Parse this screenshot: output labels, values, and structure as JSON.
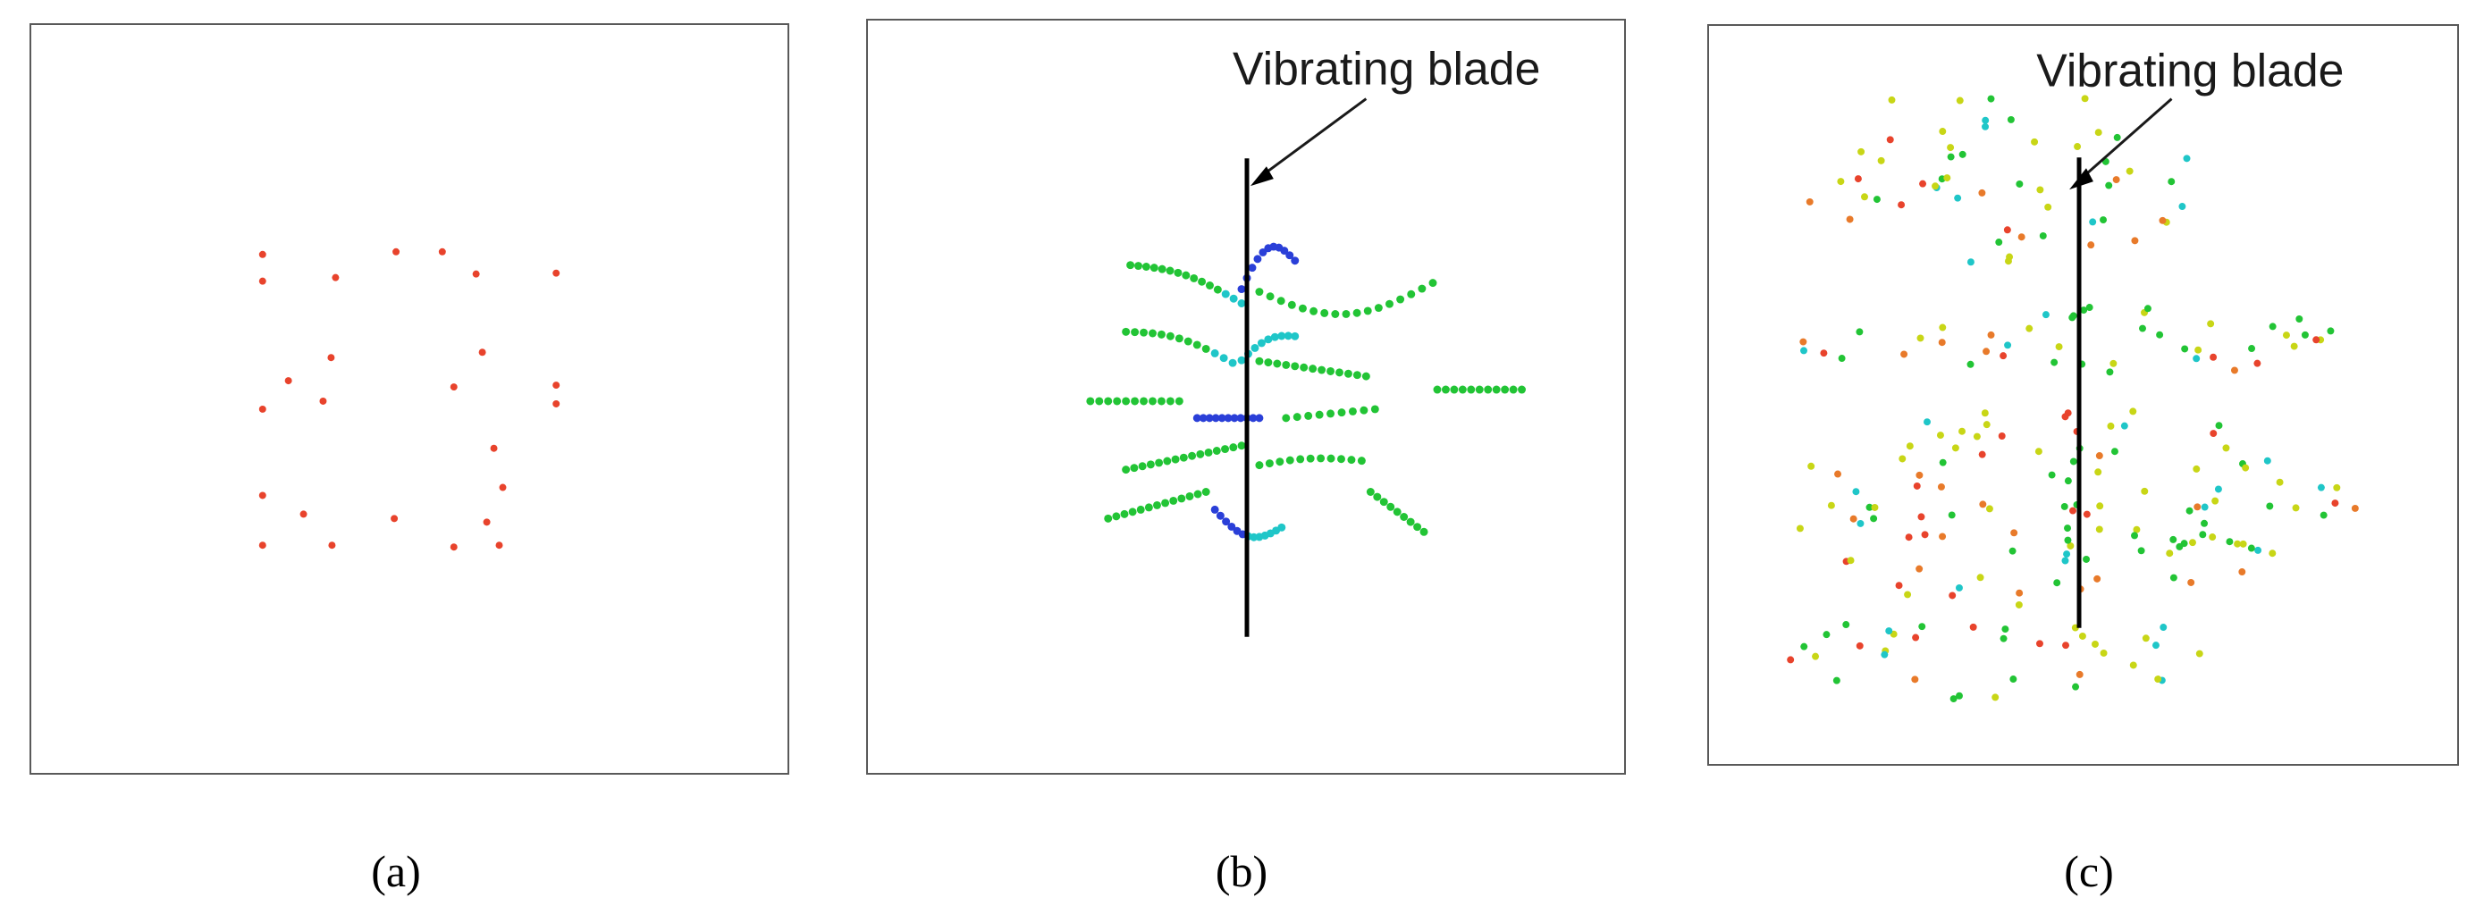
{
  "panels": [
    {
      "caption": "(a)"
    },
    {
      "caption": "(b)",
      "annotation": "Vibrating blade"
    },
    {
      "caption": "(c)",
      "annotation": "Vibrating blade"
    }
  ],
  "colors": {
    "frame": "#595959",
    "blade": "#000000",
    "particle_red": "#e8432c",
    "particle_green": "#22c435",
    "particle_cyan": "#1fc6c8",
    "particle_blue": "#2a3fd8",
    "particle_yellow": "#c8d616",
    "particle_orange": "#e87a2a"
  }
}
